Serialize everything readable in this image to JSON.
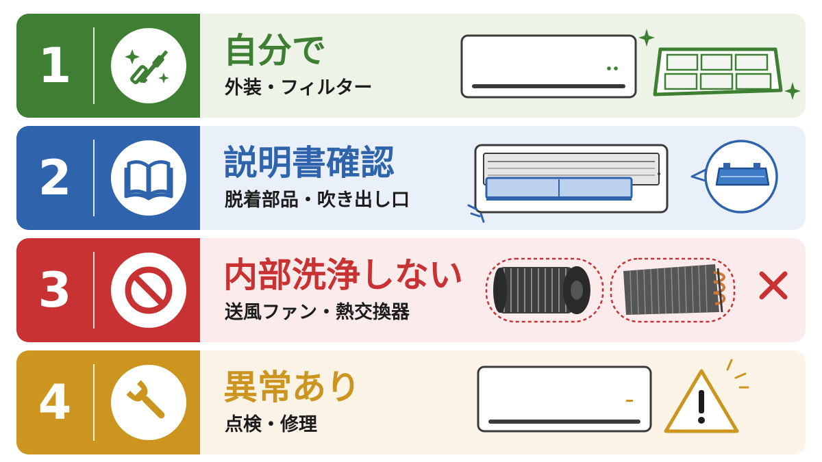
{
  "rows": [
    {
      "number": "1",
      "title": "自分で",
      "subtitle": "外装・フィルター",
      "icon": "screwdriver-icon",
      "color": "#3f7f33",
      "bg": "#eef3e8"
    },
    {
      "number": "2",
      "title": "説明書確認",
      "subtitle": "脱着部品・吹き出し口",
      "icon": "open-book-icon",
      "color": "#2f64ad",
      "bg": "#e9f0f9"
    },
    {
      "number": "3",
      "title": "内部洗浄しない",
      "subtitle": "送風ファン・熱交換器",
      "icon": "prohibited-icon",
      "color": "#c83232",
      "bg": "#fbeceb"
    },
    {
      "number": "4",
      "title": "異常あり",
      "subtitle": "点検・修理",
      "icon": "wrench-icon",
      "color": "#cc951f",
      "bg": "#fbf3e6"
    }
  ]
}
